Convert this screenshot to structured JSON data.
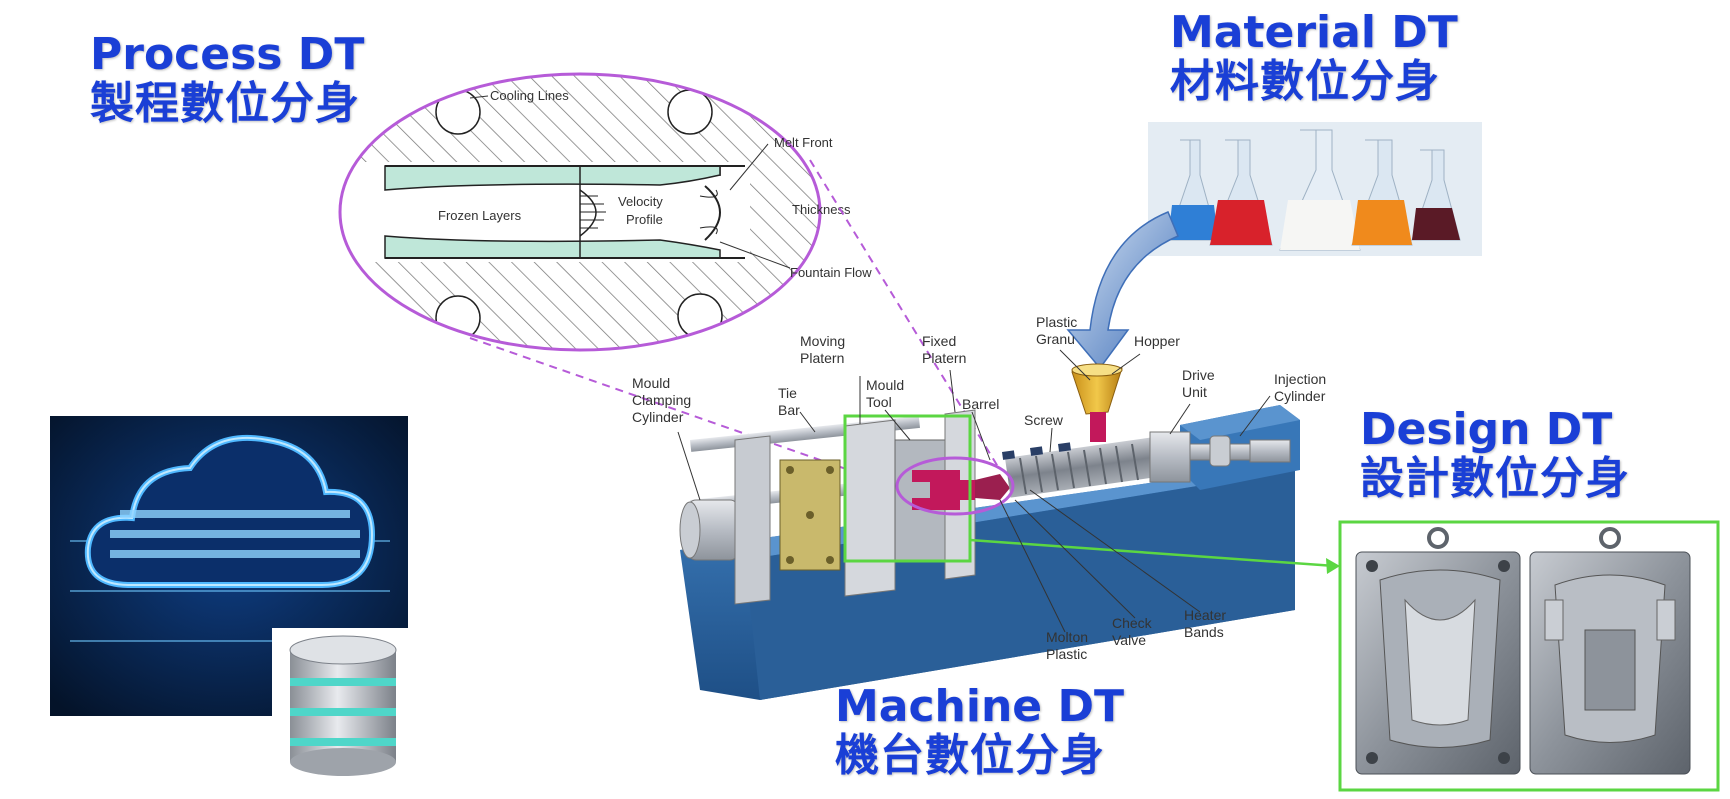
{
  "titles": {
    "process": {
      "en": "Process DT",
      "zh": "製程數位分身"
    },
    "material": {
      "en": "Material DT",
      "zh": "材料數位分身"
    },
    "design": {
      "en": "Design DT",
      "zh": "設計數位分身"
    },
    "machine": {
      "en": "Machine DT",
      "zh": "機台數位分身"
    }
  },
  "process_inset_labels": {
    "cooling_lines": "Cooling Lines",
    "melt_front": "Melt Front",
    "frozen_layers": "Frozen Layers",
    "velocity_profile": [
      "Velocity",
      "Profile"
    ],
    "thickness": "Thickness",
    "fountain_flow": "Fountain Flow"
  },
  "machine_labels": {
    "mould_clamping_cylinder": [
      "Mould",
      "Clamping",
      "Cylinder"
    ],
    "tie_bar": [
      "Tie",
      "Bar"
    ],
    "moving_platen": [
      "Moving",
      "Platern"
    ],
    "mould_tool": [
      "Mould",
      "Tool"
    ],
    "fixed_platen": [
      "Fixed",
      "Platern"
    ],
    "barrel": "Barrel",
    "screw": "Screw",
    "plastic_granules": [
      "Plastic",
      "Granu"
    ],
    "hopper": "Hopper",
    "drive_unit": [
      "Drive",
      "Unit"
    ],
    "injection_cylinder": [
      "Injection",
      "Cylinder"
    ],
    "molton_plastic": [
      "Molton",
      "Plastic"
    ],
    "check_valve": [
      "Check",
      "Valve"
    ],
    "heater_bands": [
      "Heater",
      "Bands"
    ]
  },
  "colors": {
    "title_blue": "#1a3fd6",
    "process_circle": "#b65bd8",
    "design_frame": "#5bd642",
    "machine_base": "#2f6aa8",
    "cloud_glow": "#4fb8ff",
    "arrow_blue": "#5b8fd0"
  },
  "icons": [
    "cloud-database-icon",
    "database-icon",
    "flask-icon",
    "curved-arrow-icon"
  ]
}
